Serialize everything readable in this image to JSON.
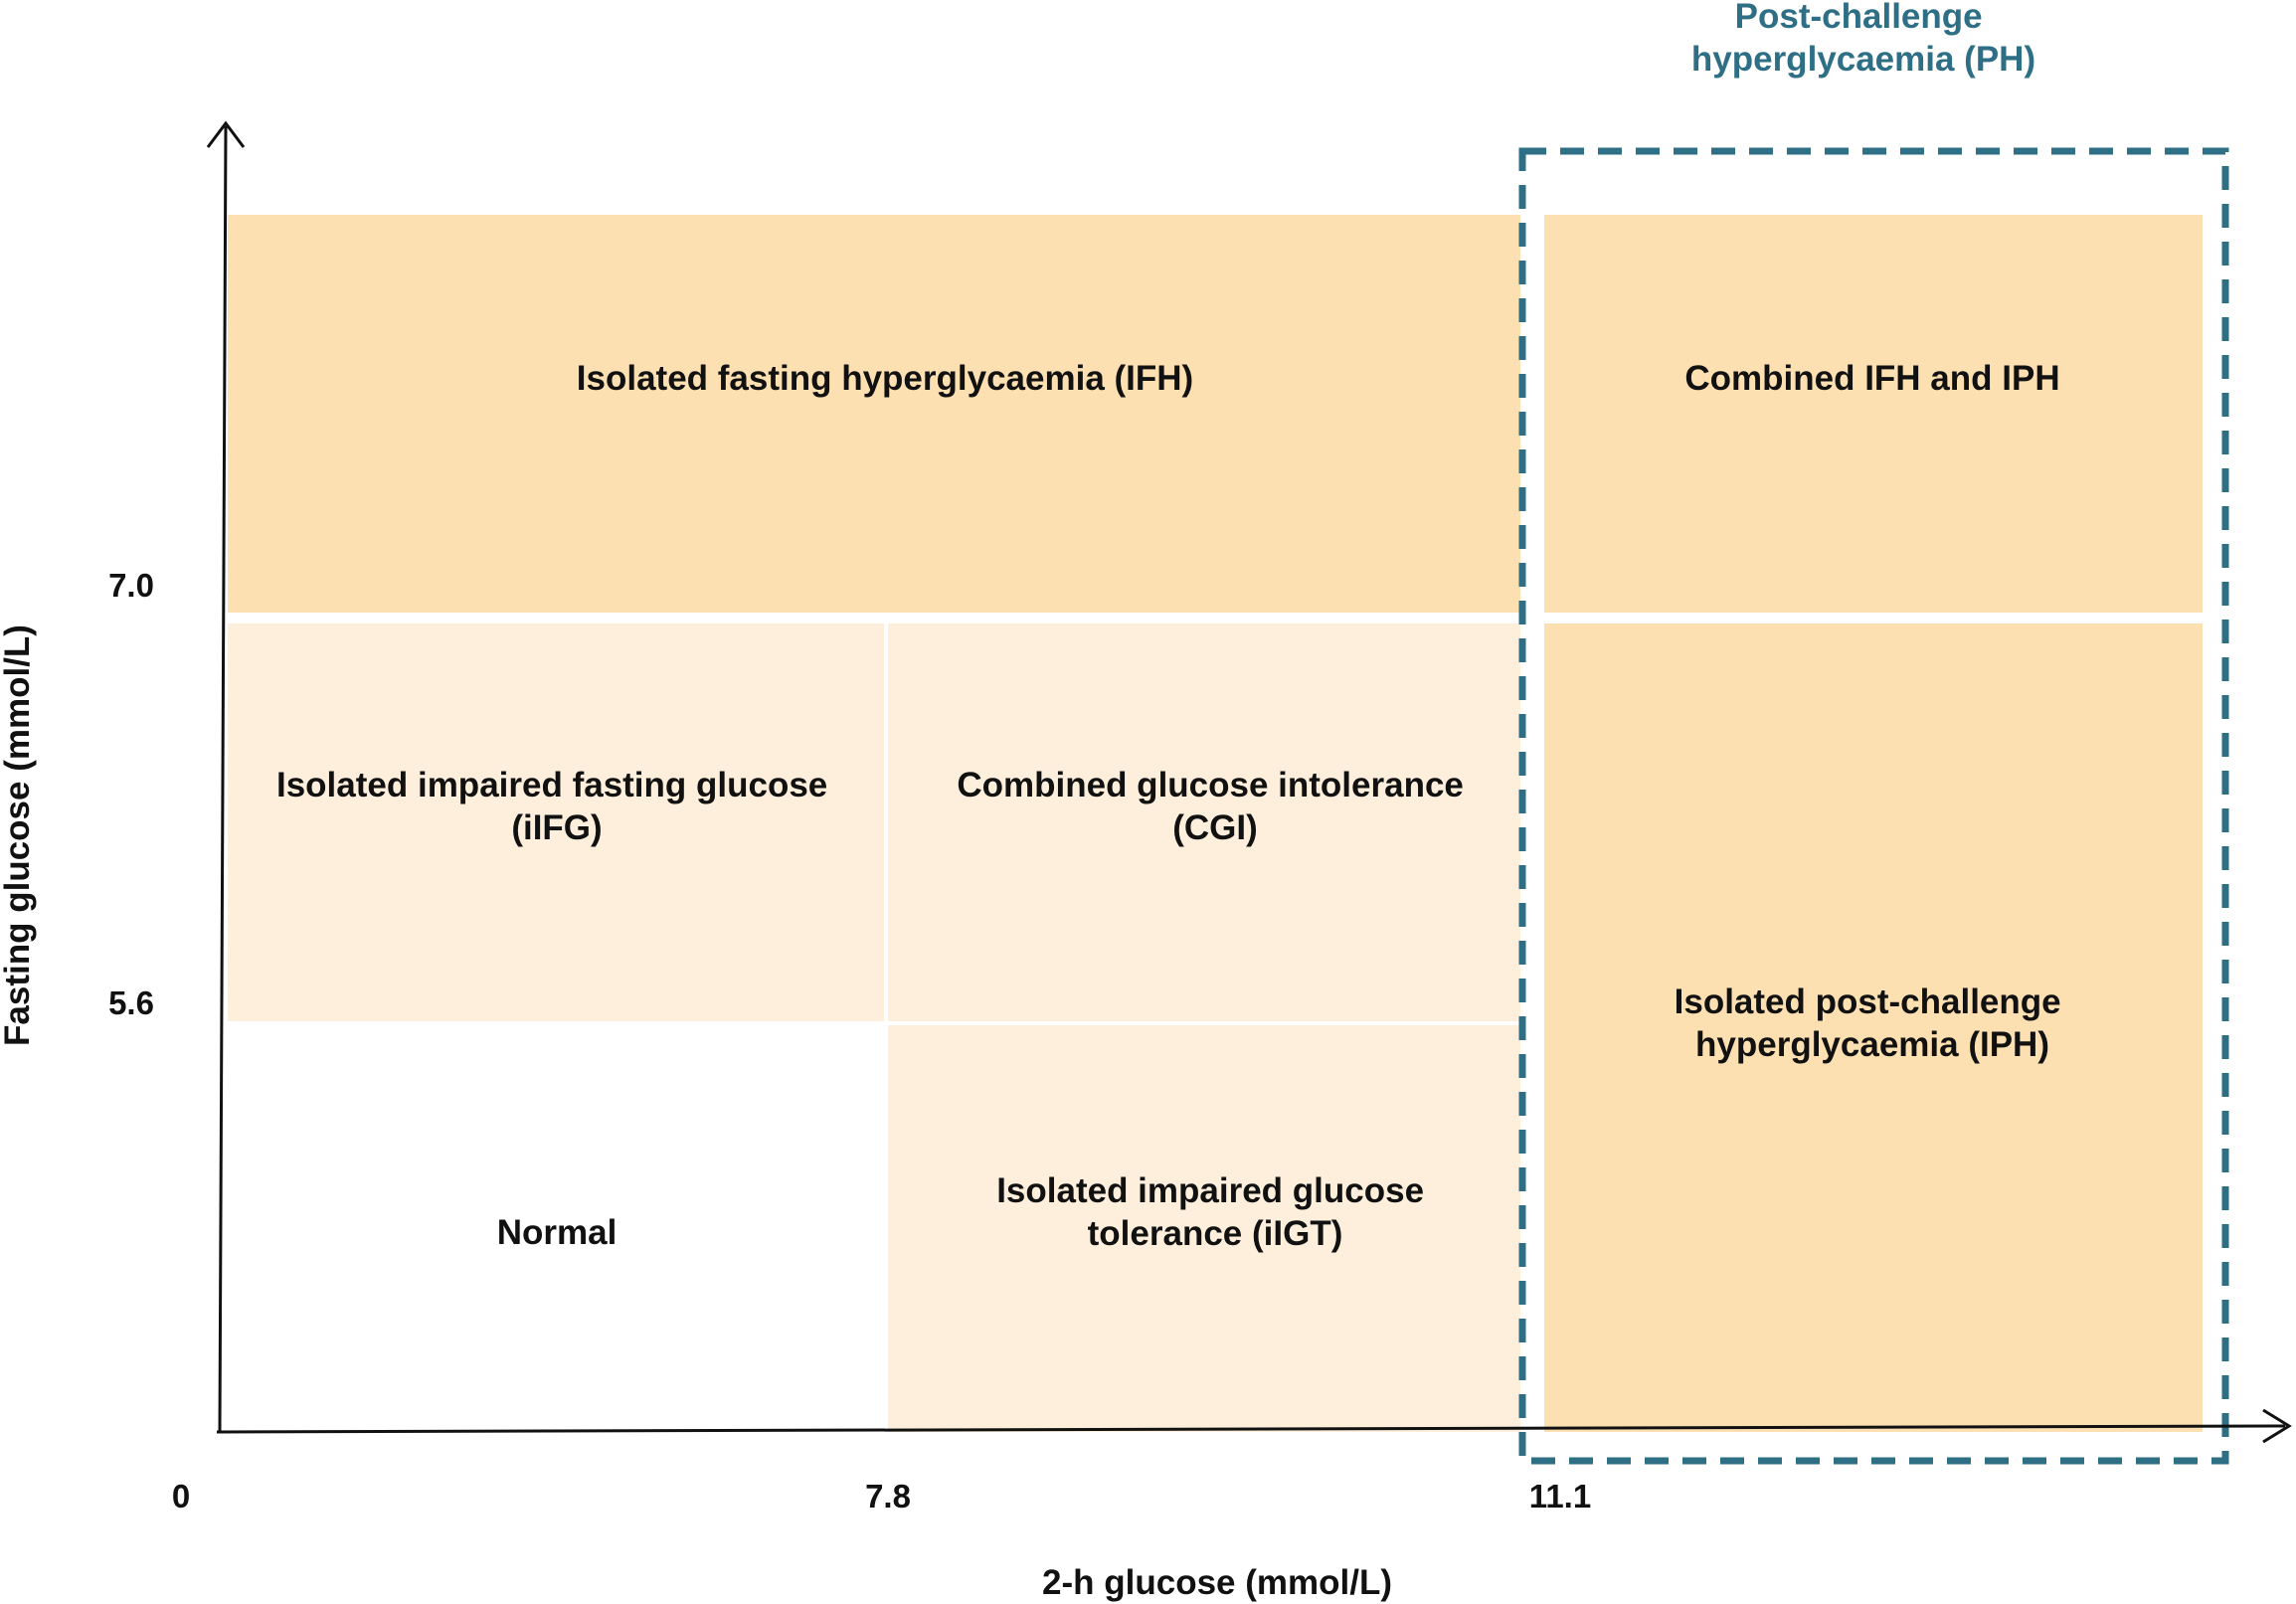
{
  "colors": {
    "strong_fill": "#fde0b2",
    "light_fill": "#fdefdc",
    "normal_fill": "#ffffff",
    "ph_box": "#2e6f86",
    "text": "#111111"
  },
  "regions": {
    "ifh": {
      "lines": [
        "Isolated fasting hyperglycaemia (IFH)"
      ]
    },
    "combined_ifh_iph": {
      "lines": [
        "Combined IFH and IPH"
      ]
    },
    "ifg": {
      "lines": [
        "Isolated impaired fasting glucose",
        "(iIFG)"
      ]
    },
    "cgi": {
      "lines": [
        "Combined glucose intolerance",
        "(CGI)"
      ]
    },
    "iph": {
      "lines": [
        "Isolated post-challenge",
        "hyperglycaemia (IPH)"
      ]
    },
    "normal": {
      "lines": [
        "Normal"
      ]
    },
    "igt": {
      "lines": [
        "Isolated impaired glucose",
        "tolerance (iIGT)"
      ]
    }
  },
  "ph_group": {
    "lines": [
      "Post-challenge",
      "hyperglycaemia (PH)"
    ]
  },
  "axes": {
    "x": {
      "title": "2-h glucose (mmol/L)",
      "ticks": [
        "0",
        "7.8",
        "11.1"
      ]
    },
    "y": {
      "title": "Fasting glucose (mmol/L)",
      "ticks": [
        "7.0",
        "5.6"
      ]
    }
  }
}
